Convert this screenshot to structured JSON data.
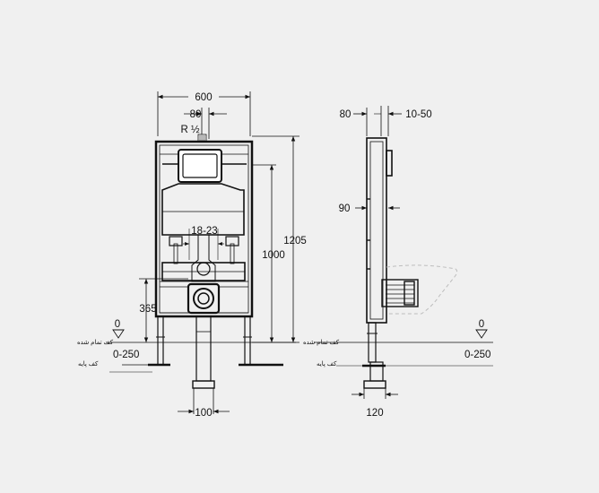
{
  "colors": {
    "background": "#f0f0f0",
    "ink": "#111111",
    "dashed": "#bdbdbd"
  },
  "front_view": {
    "width_label": "600",
    "inlet_label": "80",
    "pipe_label": "R ½",
    "spacing_label": "18-23",
    "height_1205": "1205",
    "height_1000": "1000",
    "height_365": "365",
    "zero_label": "0",
    "range_label": "0-250",
    "finished_floor": "کف تمام شده",
    "base_floor": "کف پایه",
    "bottom_label": "100"
  },
  "side_view": {
    "top_left_label": "80",
    "top_right_label": "10-50",
    "depth_label": "90",
    "zero_label": "0",
    "range_label": "0-250",
    "finished_floor": "کف تمام شده",
    "base_floor": "کف پایه",
    "bottom_label": "120"
  }
}
